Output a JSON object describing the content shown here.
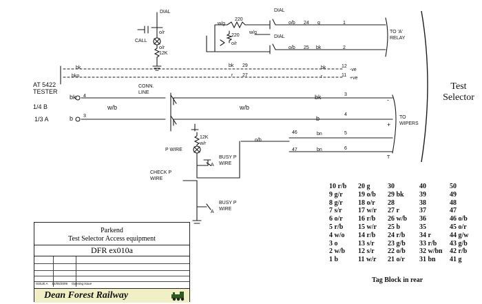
{
  "schematic": {
    "dial_top": "DIAL",
    "cap_label": "o/r",
    "call_label": "CALL",
    "lamp_wire": "o/r",
    "res_12k_top": "12K",
    "wg_label": "w/g",
    "r220_top": "220",
    "r220_mid": "220",
    "wg_label2": "w/g",
    "cap_mid_label": "o/r",
    "dial_right_top": "DIAL",
    "dial_right_mid": "DIAL",
    "wire_ob_top": "o/b",
    "wire_ob_mid": "o/b",
    "tag_24": "24",
    "tag_25": "25",
    "g_label": "g",
    "bk_label_top": "bk",
    "relay_num_1": "1",
    "relay_num_2": "2",
    "to_a_relay": "TO 'A' RELAY",
    "bk_bus": "bk",
    "bk_bus_mid": "bk",
    "bk_bus_mid_29": "29",
    "bk_bus_right": "bk",
    "bk_bus_right_num": "12",
    "bus_neg_ve": "-ve",
    "bk_bus2": "bko",
    "bus2_r": "r",
    "bus2_27": "27",
    "bus2_right_r": "r",
    "bus2_right_num": "11",
    "bus2_plus_ve": "+ve",
    "at_tester": "AT 5422 TESTER",
    "tester_14b": "1/4 B",
    "tester_13a": "1/3 A",
    "conn_line": "CONN. LINE",
    "w1_bk": "bk",
    "w1_4": "4",
    "w1_wb": "w/b",
    "w1_bk_right": "bk",
    "w1_3": "3",
    "w2_b": "b",
    "w2_3": "3",
    "w2_wb": "w/b",
    "w2_b_right": "b",
    "w2_4": "4",
    "to_wipers": "TO WIPERS",
    "plus": "+",
    "minus": "-",
    "res_12k": "12K",
    "pw_wr": "w/r",
    "p_wire": "P WIRE",
    "ob_label": "o/b",
    "busy_pwire1": "BUSY P WIRE",
    "busy_a1": "A",
    "check_pwire": "CHECK P WIRE",
    "busy_pwire2": "BUSY P WIRE",
    "busy_a2": "A",
    "tag_46": "46",
    "bn_46": "bn",
    "tag_47": "47",
    "bn_47": "bn",
    "right_5": "5",
    "right_6": "6",
    "right_T": "T"
  },
  "title": "Test Selector",
  "tag_block": {
    "rows": [
      [
        "10 r/b",
        "20 g",
        "30",
        "40",
        "50"
      ],
      [
        "9 g/r",
        "19 o/b",
        "29 bk",
        "39",
        "49"
      ],
      [
        "8 g/r",
        "18 o/r",
        "28",
        "38",
        "48"
      ],
      [
        "7 s/r",
        "17 w/r",
        "27 r",
        "37",
        "47"
      ],
      [
        "6 o/r",
        "16 r/b",
        "26 w/b",
        "36",
        "46 o/b"
      ],
      [
        "5 r/b",
        "15 w/r",
        "25 b",
        "35",
        "45 o/r"
      ],
      [
        "4 w/o",
        "14 r/b",
        "24 r/b",
        "34 r",
        "44 g/w"
      ],
      [
        "3 o",
        "13 s/r",
        "23 g/b",
        "33 r/b",
        "43 g/b"
      ],
      [
        "2 w/b",
        "12 s/r",
        "22 o/b",
        "32 w/bn",
        "42 r/b"
      ],
      [
        "1 b",
        "11 w/r",
        "21 o/r",
        "31 bn",
        "41 g"
      ]
    ],
    "caption": "Tag Block in rear"
  },
  "title_block": {
    "company": "Parkend",
    "title": "Test Selector Access equipment",
    "drawing_no": "DFR ex010a",
    "issue": "ISSUE A",
    "date": "14/05/2009",
    "remark": "Opening Issue",
    "railway": "Dean Forest Railway",
    "fill_color": "#f1f0c4"
  }
}
